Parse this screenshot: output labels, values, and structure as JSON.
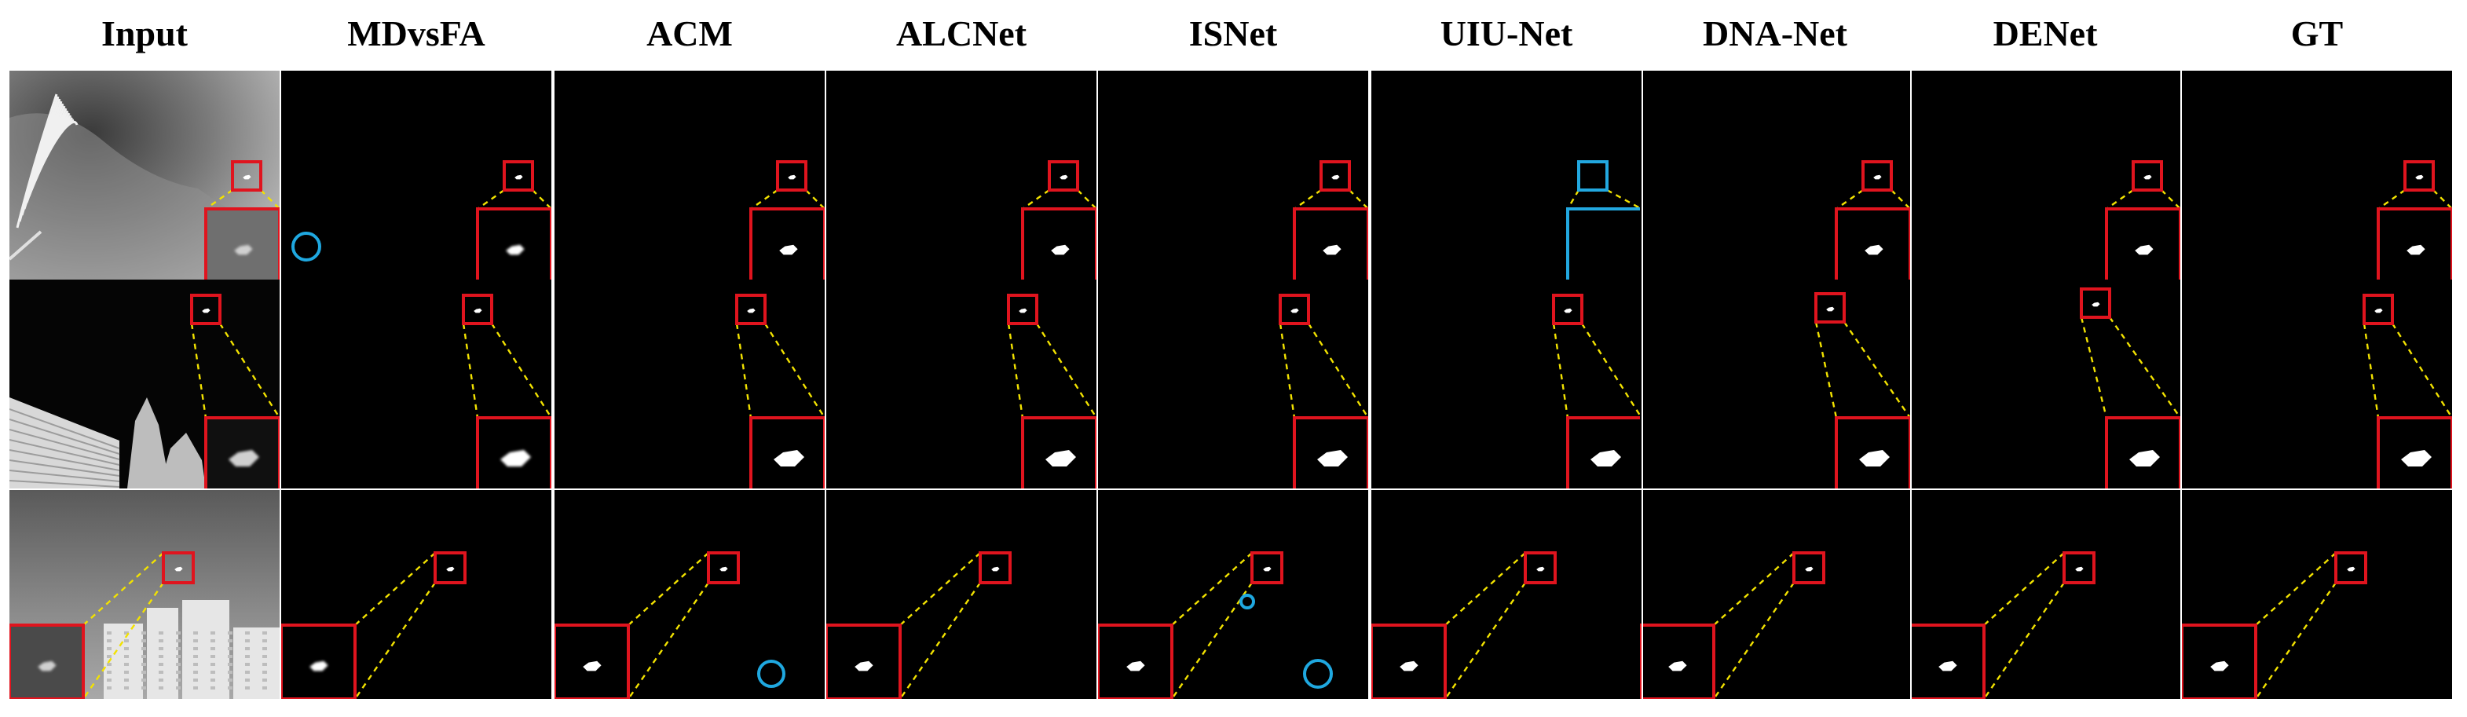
{
  "figure": {
    "columns": [
      {
        "key": "input",
        "label": "Input",
        "kind": "input"
      },
      {
        "key": "mdvsfa",
        "label": "MDvsFA",
        "kind": "mask"
      },
      {
        "key": "acm",
        "label": "ACM",
        "kind": "mask"
      },
      {
        "key": "alcnet",
        "label": "ALCNet",
        "kind": "mask"
      },
      {
        "key": "isnet",
        "label": "ISNet",
        "kind": "mask"
      },
      {
        "key": "uiunet",
        "label": "UIU-Net",
        "kind": "mask"
      },
      {
        "key": "dnanet",
        "label": "DNA-Net",
        "kind": "mask"
      },
      {
        "key": "denet",
        "label": "DENet",
        "kind": "mask"
      },
      {
        "key": "gt",
        "label": "GT",
        "kind": "mask"
      }
    ],
    "rows": [
      {
        "scene": "sky-with-foliage",
        "zoom_inset": "bottom-right"
      },
      {
        "scene": "building-and-trees",
        "zoom_inset": "bottom-right"
      },
      {
        "scene": "city-skyline",
        "zoom_inset": "bottom-left"
      }
    ],
    "colors": {
      "detection_box": "#e0141e",
      "zoom_connector": "#f2e200",
      "false_alarm_marker": "#1fa8e0",
      "miss_box": "#22a8e0",
      "mask_background": "#000000",
      "target": "#ffffff"
    },
    "annotations": {
      "false_alarm_marker_icon": "circle-icon",
      "missed_target_icon": "square-icon",
      "zoom_box_icon": "square-icon"
    }
  }
}
